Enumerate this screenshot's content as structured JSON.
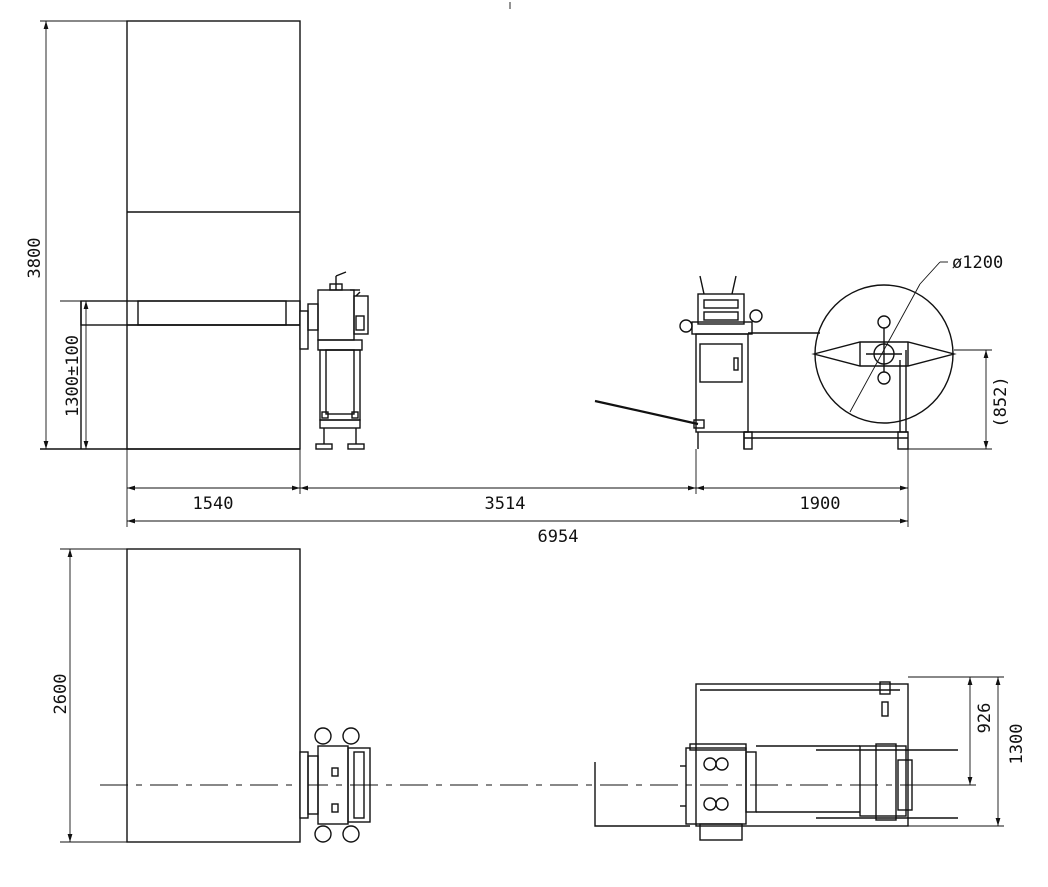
{
  "dimensions": {
    "press_height": "3800",
    "feed_height": "1300±100",
    "press_to_feeder": "1540",
    "feeder_to_straightener": "3514",
    "straightener_to_uncoiler": "1900",
    "overall_length": "6954",
    "coil_diameter": "ø1200",
    "coil_center_height": "(852)",
    "press_depth": "2600",
    "uncoiler_width_inner": "926",
    "uncoiler_width_outer": "1300"
  },
  "colors": {
    "line": "#111111",
    "background": "#ffffff"
  }
}
